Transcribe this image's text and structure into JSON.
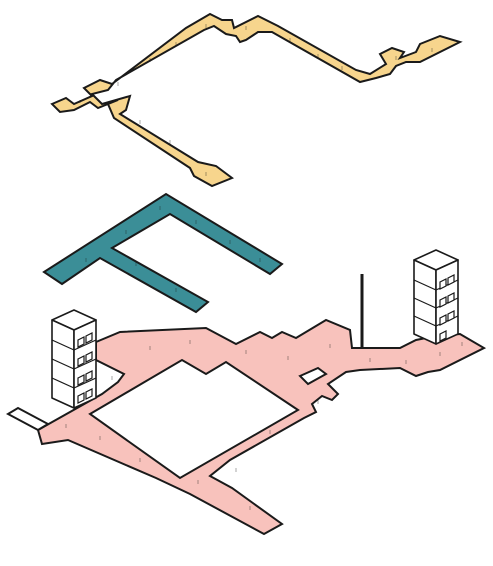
{
  "layers": [
    {
      "id": "upper-layer",
      "fill": "#f7d58d"
    },
    {
      "id": "middle-layer",
      "fill": "#3b8e97"
    },
    {
      "id": "ground-layer",
      "fill": "#f8c2bc"
    }
  ],
  "towers": [
    {
      "id": "left-tower",
      "floors": 4
    },
    {
      "id": "right-tower",
      "floors": 4
    }
  ],
  "colors": {
    "stroke": "#1a1a1a",
    "tower_fill": "#ffffff",
    "background": "#ffffff"
  }
}
